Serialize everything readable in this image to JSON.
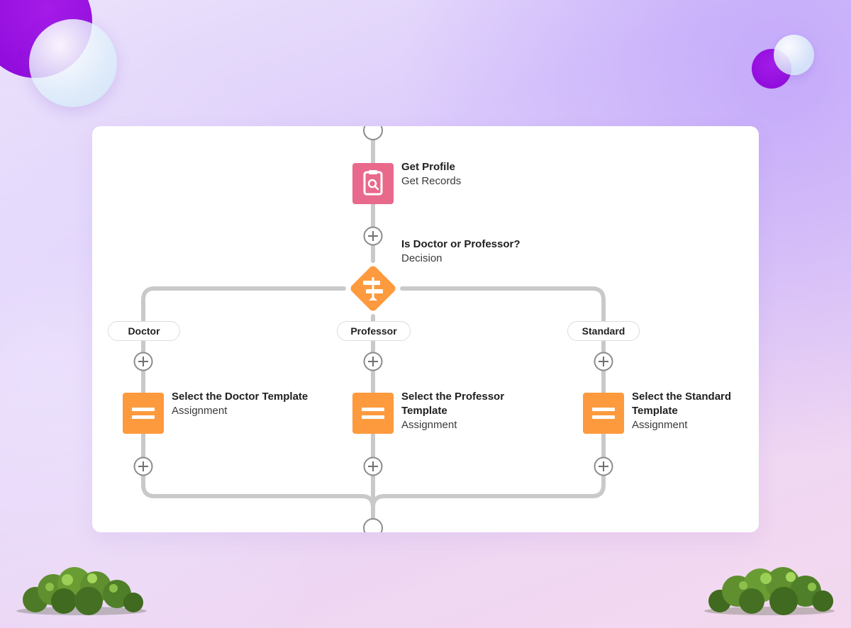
{
  "flow": {
    "get_profile": {
      "title": "Get Profile",
      "type": "Get Records",
      "icon": "get-records-icon"
    },
    "decision": {
      "title": "Is Doctor or Professor?",
      "type": "Decision",
      "icon": "decision-icon"
    },
    "branches": [
      {
        "label": "Doctor",
        "assign_title": "Select the Doctor Template",
        "assign_type": "Assignment"
      },
      {
        "label": "Professor",
        "assign_title": "Select the Professor Template",
        "assign_type": "Assignment"
      },
      {
        "label": "Standard",
        "assign_title": "Select the Standard Template",
        "assign_type": "Assignment"
      }
    ]
  },
  "colors": {
    "get_records": "#e8698c",
    "decision": "#fd9a3e",
    "assignment": "#fd9a3e",
    "connector": "#c9c9c9"
  }
}
